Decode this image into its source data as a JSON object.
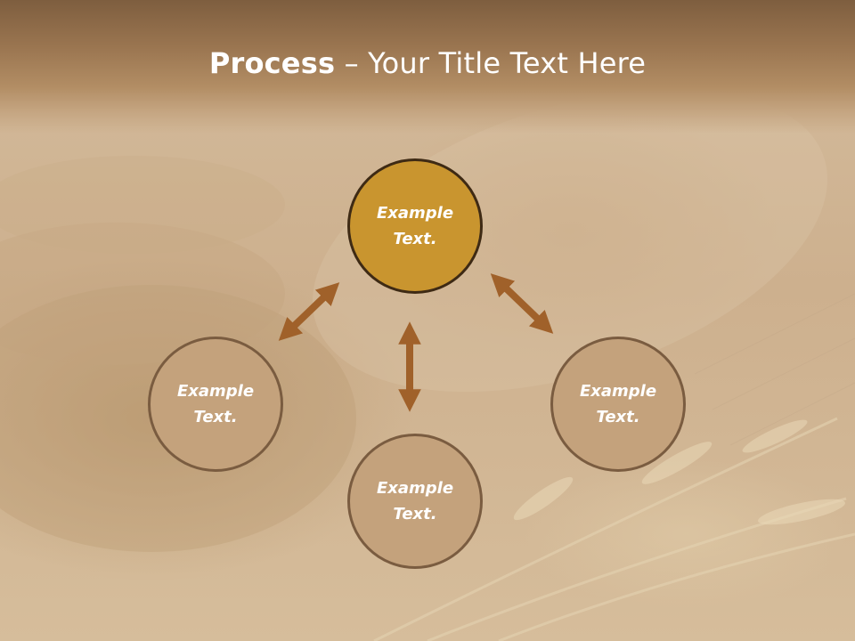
{
  "slide": {
    "title_bold": "Process",
    "title_rest": " – Your Title Text Here"
  },
  "cycle": {
    "top": {
      "line1": "Example",
      "line2": "Text."
    },
    "left": {
      "line1": "Example",
      "line2": "Text."
    },
    "right": {
      "line1": "Example",
      "line2": "Text."
    },
    "bottom": {
      "line1": "Example",
      "line2": "Text."
    }
  },
  "colors": {
    "header": "#9a7550",
    "main_circle": "#c9952f",
    "sub_circle": "#c4a27c",
    "arrow": "#a0612a",
    "text": "#ffffff"
  }
}
